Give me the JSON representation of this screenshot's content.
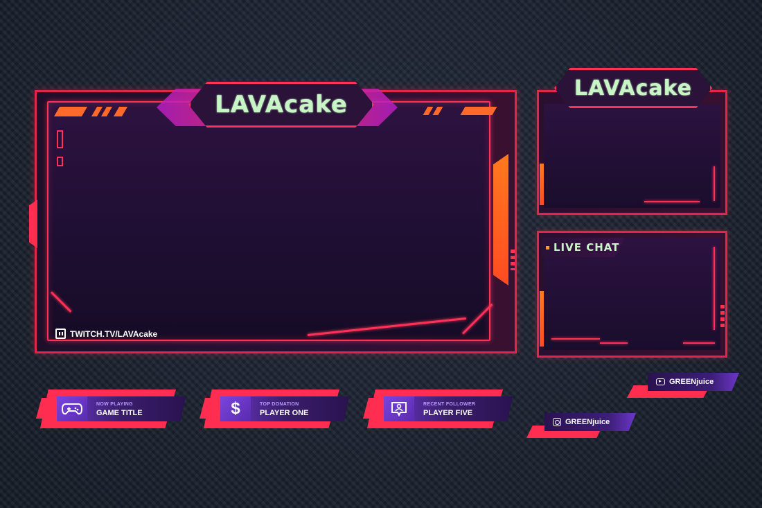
{
  "main_overlay": {
    "brand": "LAVAcake",
    "channel_url": "TWITCH.TV/LAVAcake"
  },
  "webcam": {
    "brand": "LAVAcake"
  },
  "chat": {
    "label": "LIVE CHAT"
  },
  "widgets": [
    {
      "icon": "gamepad-icon",
      "subtitle": "NOW PLAYING",
      "title": "GAME TITLE"
    },
    {
      "icon": "dollar-icon",
      "subtitle": "TOP DONATION",
      "title": "PLAYER ONE"
    },
    {
      "icon": "follower-icon",
      "subtitle": "RECENT FOLLOWER",
      "title": "PLAYER FIVE"
    }
  ],
  "socials": {
    "youtube": {
      "icon": "youtube-icon",
      "handle": "GREENjuice"
    },
    "instagram": {
      "icon": "instagram-icon",
      "handle": "GREENjuice"
    }
  },
  "colors": {
    "background": "#1b2230",
    "neon_red": "#ff3156",
    "orange": "#ff7a1e",
    "purple": "#6c37c9",
    "title_text": "#c8f5c6"
  }
}
